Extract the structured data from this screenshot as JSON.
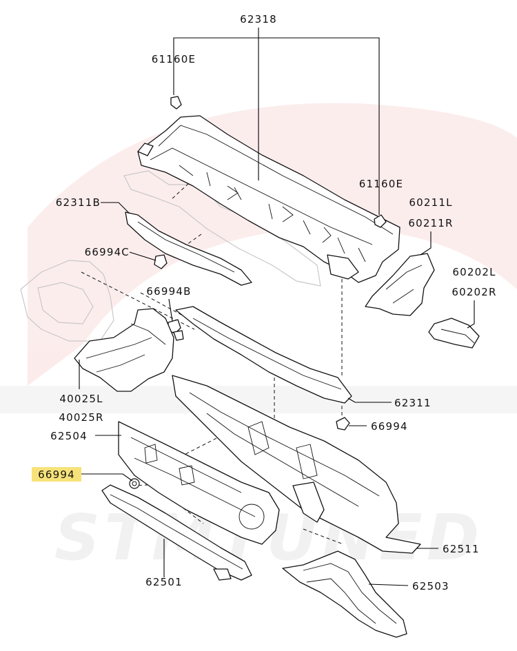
{
  "diagram": {
    "watermark": "STMTUNED",
    "labels": [
      {
        "id": "p62318",
        "text": "62318"
      },
      {
        "id": "p61160E_top",
        "text": "61160E"
      },
      {
        "id": "p61160E_right",
        "text": "61160E"
      },
      {
        "id": "p62311B",
        "text": "62311B"
      },
      {
        "id": "p60211L",
        "text": "60211L"
      },
      {
        "id": "p60211R",
        "text": "60211R"
      },
      {
        "id": "p66994C",
        "text": "66994C"
      },
      {
        "id": "p60202L",
        "text": "60202L"
      },
      {
        "id": "p60202R",
        "text": "60202R"
      },
      {
        "id": "p66994B",
        "text": "66994B"
      },
      {
        "id": "p62311",
        "text": "62311"
      },
      {
        "id": "p40025L",
        "text": "40025L"
      },
      {
        "id": "p40025R",
        "text": "40025R"
      },
      {
        "id": "p66994_right",
        "text": "66994"
      },
      {
        "id": "p62504",
        "text": "62504"
      },
      {
        "id": "p66994_hl",
        "text": "66994",
        "highlighted": true,
        "highlight_color": "#f7e27a"
      },
      {
        "id": "p62511",
        "text": "62511"
      },
      {
        "id": "p62501",
        "text": "62501"
      },
      {
        "id": "p62503",
        "text": "62503"
      }
    ]
  }
}
